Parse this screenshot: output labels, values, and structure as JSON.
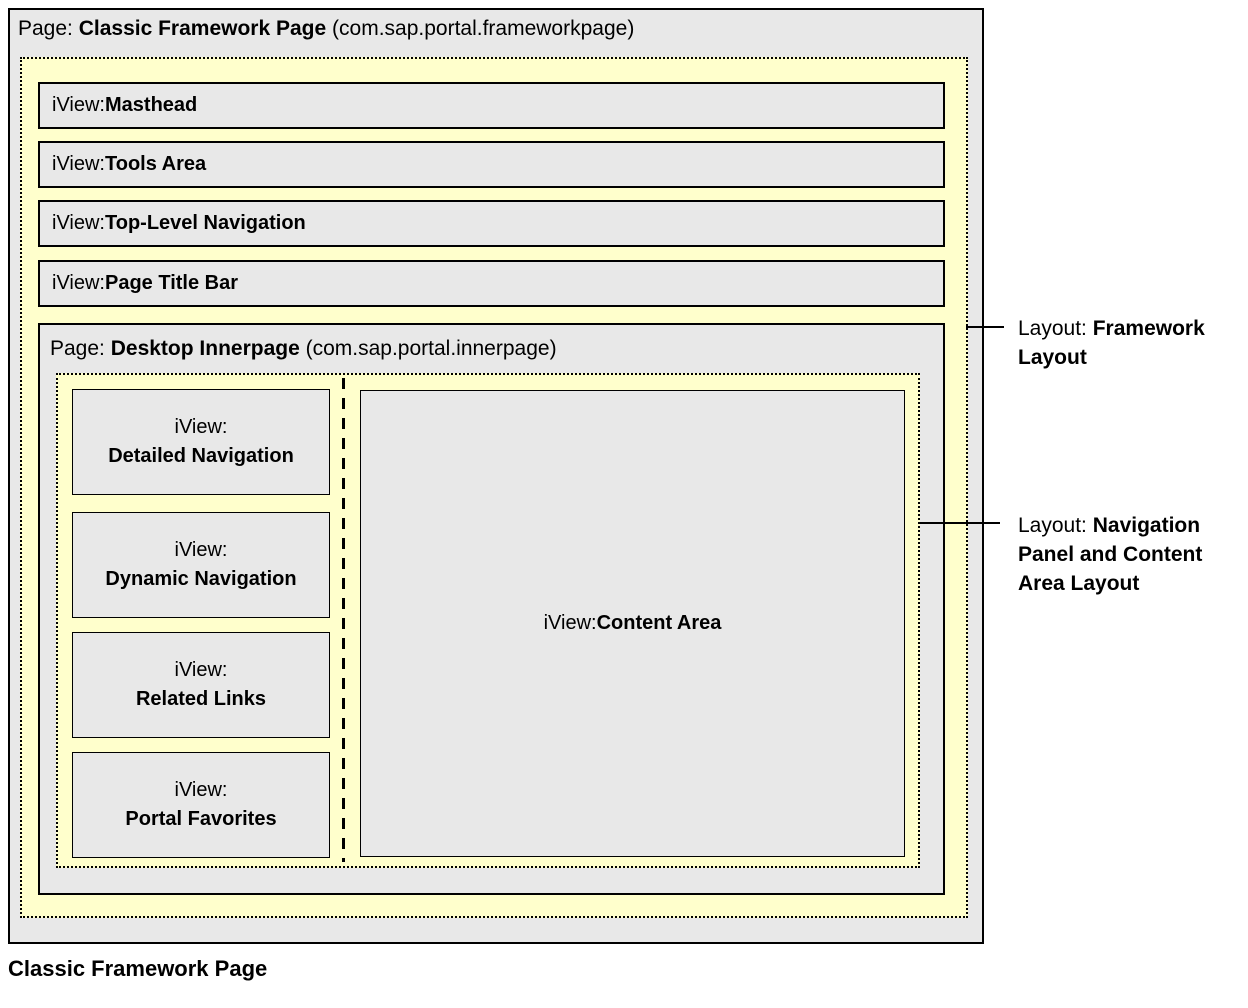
{
  "diagram": {
    "framework_page": {
      "title_prefix": "Page: ",
      "title_name": "Classic Framework Page",
      "title_suffix": " (com.sap.portal.frameworkpage)"
    },
    "framework_iviews": [
      {
        "prefix": "iView: ",
        "name": "Masthead"
      },
      {
        "prefix": "iView: ",
        "name": "Tools Area"
      },
      {
        "prefix": "iView: ",
        "name": "Top-Level Navigation"
      },
      {
        "prefix": "iView: ",
        "name": "Page Title Bar"
      }
    ],
    "innerpage": {
      "title_prefix": "Page: ",
      "title_name": "Desktop Innerpage",
      "title_suffix": " (com.sap.portal.innerpage)",
      "nav_iviews": [
        {
          "prefix": "iView:",
          "name": "Detailed Navigation"
        },
        {
          "prefix": "iView:",
          "name": "Dynamic Navigation"
        },
        {
          "prefix": "iView:",
          "name": "Related Links"
        },
        {
          "prefix": "iView:",
          "name": "Portal Favorites"
        }
      ],
      "content_iview": {
        "prefix": "iView: ",
        "name": "Content Area"
      }
    },
    "annotations": [
      {
        "prefix": "Layout: ",
        "name": "Framework Layout"
      },
      {
        "prefix": "Layout: ",
        "name": "Navigation Panel and Content Area Layout"
      }
    ],
    "caption": "Classic Framework Page",
    "colors": {
      "highlight_yellow": "#ffffcc",
      "panel_gray": "#e8e8e8",
      "border_black": "#000000"
    }
  }
}
